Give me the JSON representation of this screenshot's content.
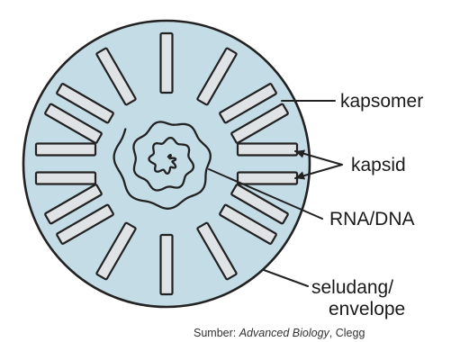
{
  "colors": {
    "envelope_fill": "#c4dce6",
    "outline": "#222222",
    "capsomer_fill": "#dfe3e6",
    "background": "#ffffff"
  },
  "labels": {
    "kapsomer": "kapsomer",
    "kapsid": "kapsid",
    "nucleic_acid": "RNA/DNA",
    "envelope_line1": "seludang/",
    "envelope_line2": "envelope"
  },
  "source": {
    "prefix": "Sumber: ",
    "title": "Advanced Biology",
    "suffix": ", Clegg"
  }
}
